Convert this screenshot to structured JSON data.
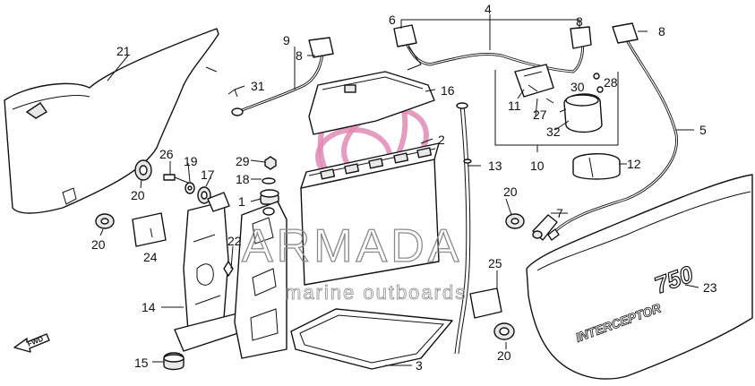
{
  "diagram": {
    "callouts": {
      "n1": "1",
      "n2": "2",
      "n3": "3",
      "n4": "4",
      "n5": "5",
      "n6": "6",
      "n7": "7",
      "n8a": "8",
      "n8b": "8",
      "n8c": "8",
      "n9": "9",
      "n10": "10",
      "n11": "11",
      "n12": "12",
      "n13": "13",
      "n14": "14",
      "n15": "15",
      "n16": "16",
      "n17": "17",
      "n18": "18",
      "n19": "19",
      "n20a": "20",
      "n20b": "20",
      "n20c": "20",
      "n20d": "20",
      "n21": "21",
      "n22": "22",
      "n23": "23",
      "n24": "24",
      "n25": "25",
      "n26": "26",
      "n27": "27",
      "n28": "28",
      "n29": "29",
      "n30": "30",
      "n31": "31",
      "n32": "32"
    },
    "cover_text": {
      "model": "750",
      "name": "INTERCEPTOR"
    },
    "fwd_label": "FWD"
  },
  "watermark": {
    "brand": "ARMADA",
    "tagline": "marine outboards",
    "accent_color": "#e08bb5"
  }
}
